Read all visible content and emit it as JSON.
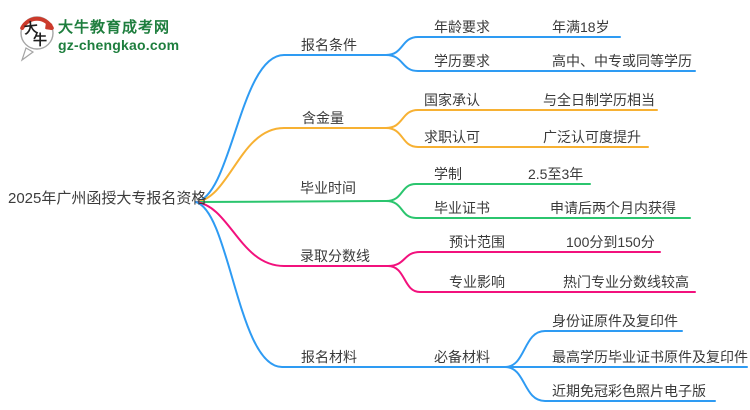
{
  "logo": {
    "bubble_char1": "大",
    "bubble_char2": "牛",
    "title": "大牛教育成考网",
    "url": "gz-chengkao.com"
  },
  "root": {
    "label": "2025年广州函授大专报名资格"
  },
  "branches": [
    {
      "label": "报名条件",
      "color_name": "blue",
      "children": [
        {
          "label": "年龄要求",
          "value": "年满18岁"
        },
        {
          "label": "学历要求",
          "value": "高中、中专或同等学历"
        }
      ]
    },
    {
      "label": "含金量",
      "color_name": "orange",
      "children": [
        {
          "label": "国家承认",
          "value": "与全日制学历相当"
        },
        {
          "label": "求职认可",
          "value": "广泛认可度提升"
        }
      ]
    },
    {
      "label": "毕业时间",
      "color_name": "green",
      "children": [
        {
          "label": "学制",
          "value": "2.5至3年"
        },
        {
          "label": "毕业证书",
          "value": "申请后两个月内获得"
        }
      ]
    },
    {
      "label": "录取分数线",
      "color_name": "pink",
      "children": [
        {
          "label": "预计范围",
          "value": "100分到150分"
        },
        {
          "label": "专业影响",
          "value": "热门专业分数线较高"
        }
      ]
    },
    {
      "label": "报名材料",
      "color_name": "blue",
      "children": [
        {
          "label": "必备材料",
          "items": [
            "身份证原件及复印件",
            "最高学历毕业证书原件及复印件",
            "近期免冠彩色照片电子版"
          ]
        }
      ]
    }
  ],
  "colors": {
    "blue": "#2E9BF3",
    "orange": "#F7B133",
    "green": "#2BC56E",
    "pink": "#F2117D",
    "logo_green": "#1E7E3E",
    "logo_red": "#CC3A2B",
    "text": "#3A3A3A"
  }
}
